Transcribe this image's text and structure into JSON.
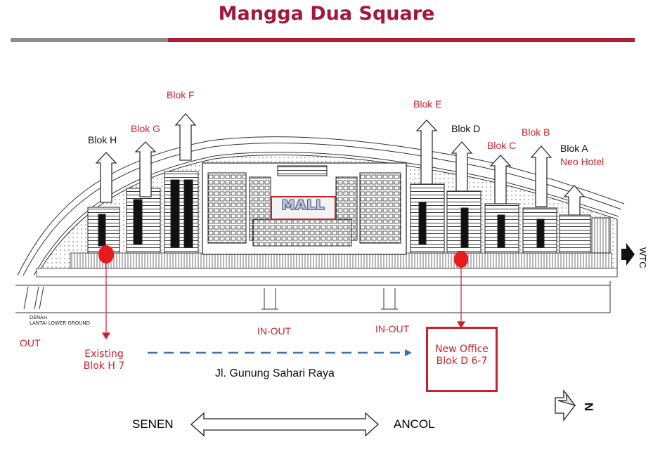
{
  "title": "Mangga Dua Square",
  "blocks": {
    "blok_h": "Blok H",
    "blok_g": "Blok G",
    "blok_f": "Blok F",
    "blok_e": "Blok E",
    "blok_d": "Blok D",
    "blok_c": "Blok C",
    "blok_b": "Blok B",
    "blok_a": "Blok A",
    "neo_hotel": "Neo Hotel"
  },
  "mall_label": "MALL",
  "plan_caption": {
    "line1": "DENAH",
    "line2": "LANTAI LOWER GROUND"
  },
  "entrances": {
    "out": "OUT",
    "in_out_1": "IN-OUT",
    "in_out_2": "IN-OUT"
  },
  "existing": {
    "line1": "Existing",
    "line2": "Blok H 7"
  },
  "new_office": {
    "line1": "New Office",
    "line2": "Blok D 6-7"
  },
  "street": "Jl. Gunung Sahari Raya",
  "directions": {
    "left": "SENEN",
    "right": "ANCOL",
    "wtc": "WTC",
    "north": "N"
  },
  "colors": {
    "title": "#a3173a",
    "accent_red": "#c8232c",
    "bar_gray": "#8c8c8c",
    "traffic_arrow": "#3f6fb0"
  }
}
